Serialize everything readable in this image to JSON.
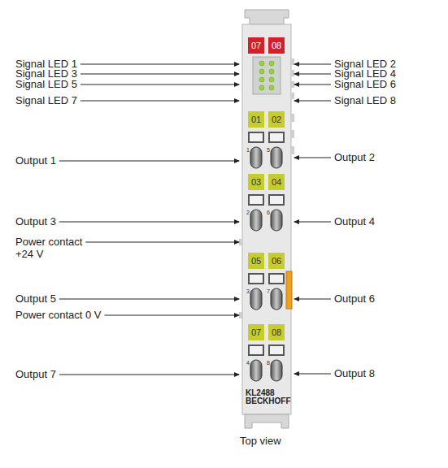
{
  "diagram": {
    "caption": "Top view",
    "nodes": [
      {
        "text": [
          "KL2488",
          "BECKHOFF"
        ]
      },
      {
        "text": [
          "07"
        ],
        "in": 0
      },
      {
        "text": [
          "08"
        ],
        "in": 0
      },
      {
        "text": [
          "01"
        ],
        "in": 0
      },
      {
        "text": [
          "02"
        ],
        "in": 0
      },
      {
        "text": [
          "03"
        ],
        "in": 0
      },
      {
        "text": [
          "04"
        ],
        "in": 0
      },
      {
        "text": [
          "05"
        ],
        "in": 0
      },
      {
        "text": [
          "06"
        ],
        "in": 0
      },
      {
        "text": [
          "07"
        ],
        "in": 0
      },
      {
        "text": [
          "08"
        ],
        "in": 0
      }
    ],
    "labels": [
      "Signal LED 1",
      "Signal LED 2",
      "Signal LED 3",
      "Signal LED 4",
      "Signal LED 5",
      "Signal LED 6",
      "Signal LED 7",
      "Signal LED 8",
      "1",
      "5",
      "Output 1",
      "Output 2",
      "2",
      "6",
      "Output 3",
      "Output 4",
      "Power contact +24 V",
      "3",
      "7",
      "Output 5",
      "Output 6",
      "Power contact 0 V",
      "4",
      "8",
      "Output 7",
      "Output 8"
    ]
  }
}
